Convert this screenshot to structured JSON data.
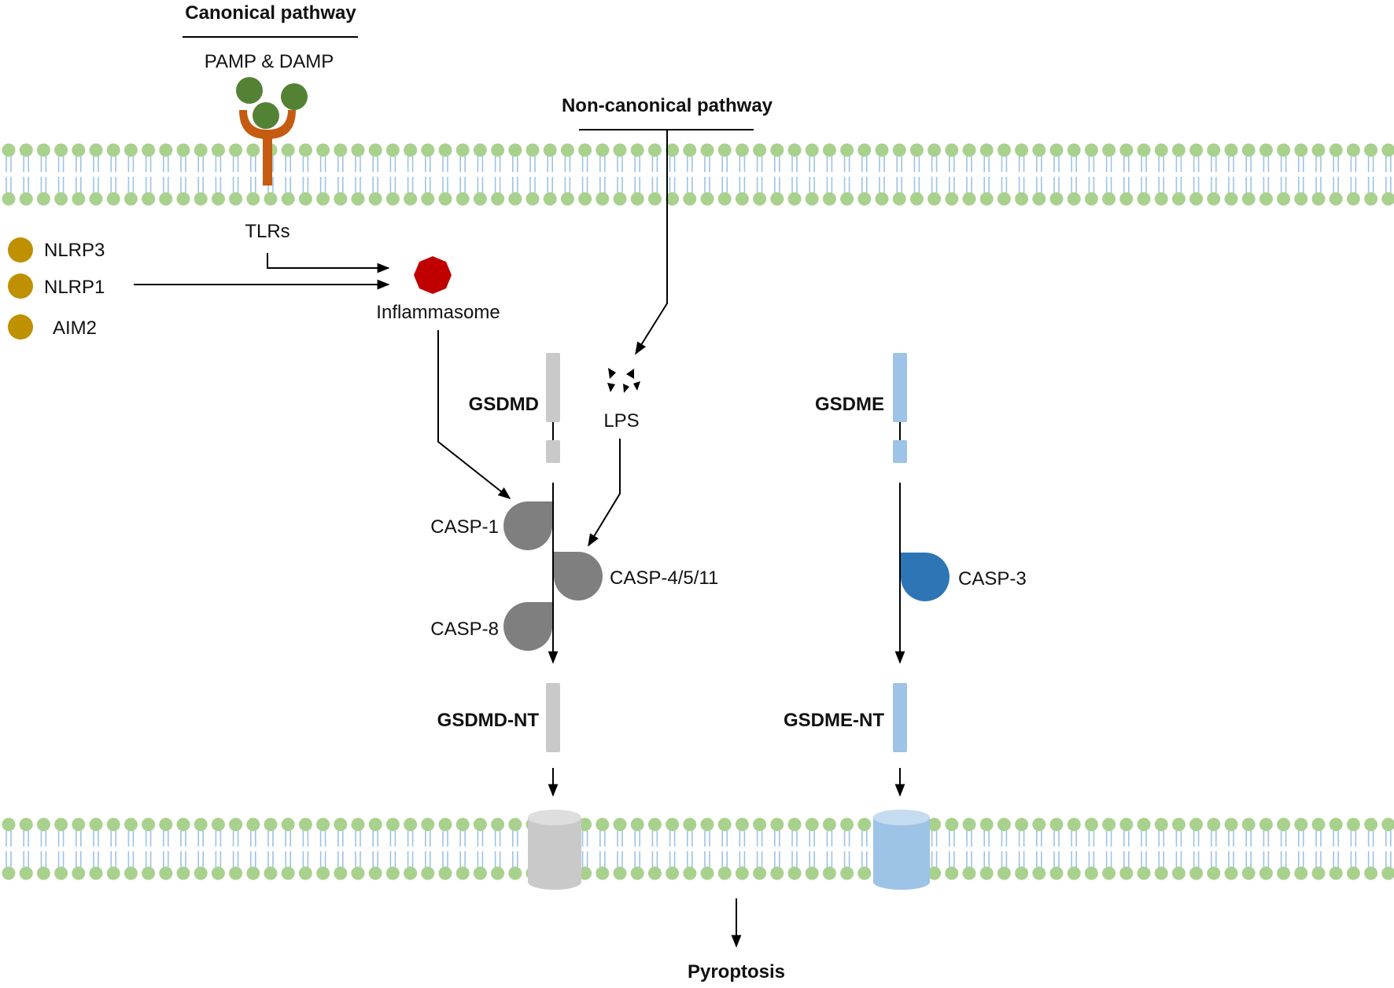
{
  "canonical": {
    "title": "Canonical pathway",
    "trigger": "PAMP & DAMP",
    "receptor": "TLRs",
    "sensors": [
      "NLRP3",
      "NLRP1",
      "AIM2"
    ],
    "complex": "Inflammasome"
  },
  "noncanonical": {
    "title": "Non-canonical pathway",
    "trigger": "LPS"
  },
  "gsdmd_branch": {
    "protein": "GSDMD",
    "caspases": [
      "CASP-1",
      "CASP-4/5/11",
      "CASP-8"
    ],
    "product": "GSDMD-NT"
  },
  "gsdme_branch": {
    "protein": "GSDME",
    "caspase": "CASP-3",
    "product": "GSDME-NT"
  },
  "outcome": "Pyroptosis",
  "colors": {
    "lipid_head": "#a9d18e",
    "lipid_tail": "#9dc3e6",
    "pamp": "#548235",
    "receptor": "#c55a11",
    "sensor": "#bf9000",
    "inflammasome": "#c00000",
    "gsdmd": "#c9c9c9",
    "gsdme": "#9dc3e6",
    "casp_grey": "#7f7f7f",
    "casp3": "#2e75b6"
  }
}
